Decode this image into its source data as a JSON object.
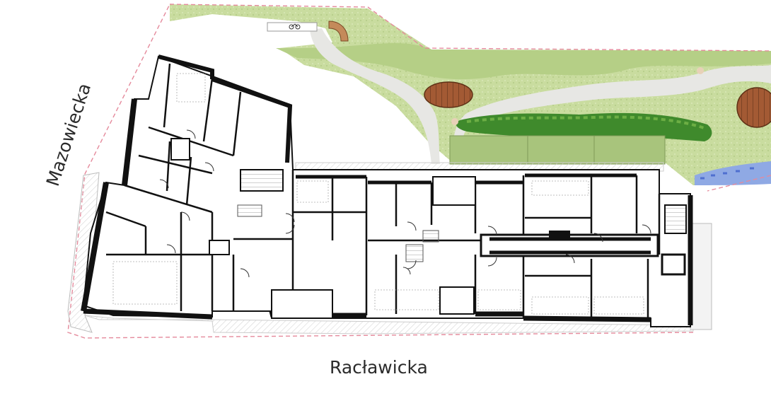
{
  "streets": {
    "mazowiecka": "Mazowiecka",
    "raclawicka": "Racławicka"
  },
  "colors": {
    "wall": "#111111",
    "lawn": "#b9d08e",
    "lawn_dark": "#9fbd6c",
    "path": "#e6e6e3",
    "hedge": "#3f8a2c",
    "bench": "#a0522d",
    "flowers": "#7f9fe0",
    "plot_line": "#e58a9c",
    "floor": "#ffffff",
    "sidewalk": "#f2f2f2"
  },
  "icons": [
    "bicycle-icon",
    "stair-icon",
    "door-swing-icon",
    "compass-free"
  ]
}
